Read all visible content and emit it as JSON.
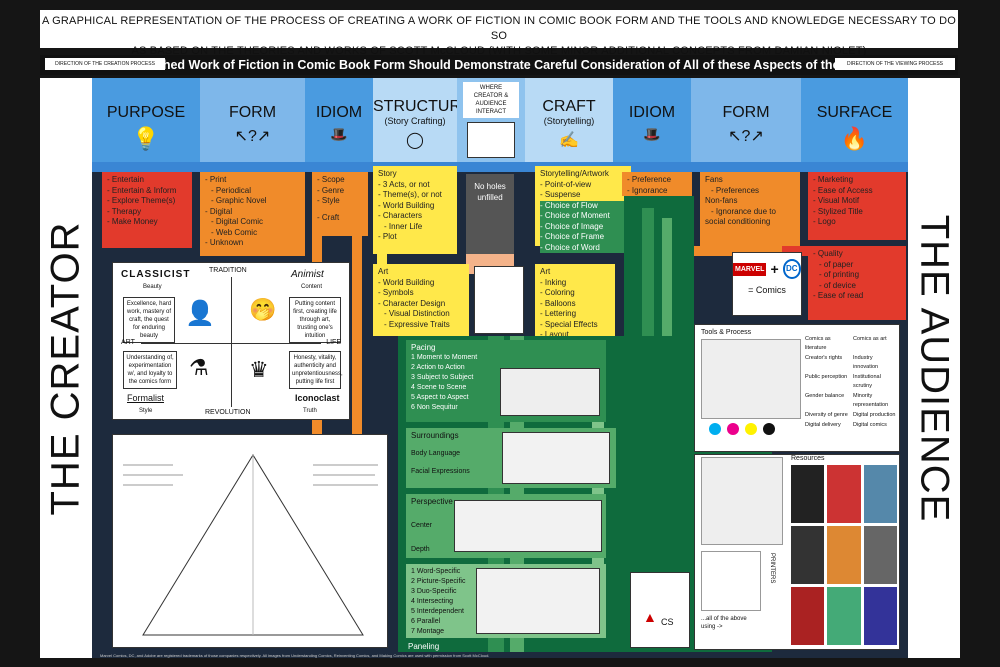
{
  "header": {
    "line1": "A GRAPHICAL REPRESENTATION OF THE PROCESS OF CREATING A WORK OF FICTION IN COMIC BOOK FORM AND THE TOOLS AND KNOWLEDGE NECESSARY TO DO SO",
    "line2": "AS BASED ON THE THEORIES AND WORKS OF SCOTT McCLOUD (WITH SOME MINOR ADDITIONAL CONCEPTS FROM DAMIAN NIOLET)",
    "subtitle": "A Finished Work of Fiction in Comic Book Form Should Demonstrate Careful Consideration of All of these Aspects of the Trade",
    "dir_left": "DIRECTION OF THE CREATION PROCESS",
    "dir_right": "DIRECTION OF THE VIEWING PROCESS"
  },
  "sides": {
    "left": "THE CREATOR",
    "right": "THE AUDIENCE"
  },
  "columns": {
    "purpose": "PURPOSE",
    "form_l": "FORM",
    "idiom_l": "IDIOM",
    "structure": "STRUCTURE",
    "structure_sub": "(Story Crafting)",
    "interact": "WHERE CREATOR & AUDIENCE INTERACT",
    "craft": "CRAFT",
    "craft_sub": "(Storytelling)",
    "idiom_r": "IDIOM",
    "form_r": "FORM",
    "surface": "SURFACE"
  },
  "purpose_items": [
    "- Entertain",
    "- Entertain & Inform",
    "- Explore Theme(s)",
    "- Therapy",
    "- Make Money"
  ],
  "form_items": [
    "- Print",
    "- Periodical",
    "- Graphic Novel",
    "- Digital",
    "- Digital Comic",
    "- Web Comic",
    "- Unknown"
  ],
  "idiom_items": [
    "- Scope",
    "- Genre",
    "- Style",
    "- Craft"
  ],
  "story_items": [
    "Story",
    "- 3 Acts, or not",
    "- Theme(s), or not",
    "- World Building",
    "- Characters",
    "- Inner Life",
    "- Plot"
  ],
  "no_holes": "No holes unfilled",
  "craft_items": [
    "Storytelling/Artwork",
    "- Point-of-view",
    "- Suspense",
    "- Choice of Flow",
    "- Choice of Moment",
    "- Choice of Image",
    "- Choice of Frame",
    "- Choice of Word"
  ],
  "idiom_r_items": [
    "- Preference",
    "- Ignorance"
  ],
  "form_r_items": [
    "Fans",
    "- Preferences",
    "Non-fans",
    "- Ignorance due to",
    "social conditioning"
  ],
  "surface_items": [
    "- Marketing",
    "- Ease of Access",
    "- Visual Motif",
    "- Stylized Title",
    "- Logo"
  ],
  "surface_items2": [
    "- Quality",
    "- of paper",
    "- of printing",
    "- of device",
    "- Ease of read"
  ],
  "art_struct_items": [
    "Art",
    "- World Building",
    "- Symbols",
    "- Character Design",
    "- Visual Distinction",
    "- Expressive Traits"
  ],
  "art_craft_items": [
    "Art",
    "- Inking",
    "- Coloring",
    "- Balloons",
    "- Lettering",
    "- Special Effects",
    "- Layout"
  ],
  "quadrant": {
    "classicist": "CLASSICIST",
    "classicist_sub": "Beauty",
    "tradition": "TRADITION",
    "animist": "Animist",
    "animist_sub": "Content",
    "classicist_text": "Excellence, hard work, mastery of craft, the quest for enduring beauty",
    "animist_text": "Putting content first, creating life through art, trusting one's intuition",
    "art": "ART",
    "life": "LIFE",
    "formalist_text": "Understanding of, experimentation w/, and loyalty to the comics form",
    "iconoclast_text": "Honesty, vitality, authenticity and unpretentiousness, putting life first",
    "formalist": "Formalist",
    "formalist_sub": "Style",
    "revolution": "REVOLUTION",
    "iconoclast": "Iconoclast",
    "iconoclast_sub": "Truth"
  },
  "pacing": {
    "title": "Pacing",
    "items": [
      "1 Moment to Moment",
      "2 Action to Action",
      "3 Subject to Subject",
      "4 Scene to Scene",
      "5 Aspect to Aspect",
      "6 Non Sequitur"
    ]
  },
  "surroundings": {
    "title": "Surroundings",
    "items": [
      "Body Language",
      "Facial Expressions"
    ]
  },
  "perspective": {
    "title": "Perspective",
    "items": [
      "Center",
      "Depth"
    ]
  },
  "words": {
    "items": [
      "1 Word-Specific",
      "2 Picture-Specific",
      "3 Duo-Specific",
      "4 Intersecting",
      "5 Interdependent",
      "6 Parallel",
      "7 Montage"
    ]
  },
  "paneling": "Paneling",
  "comics_logo": {
    "plus": "+",
    "result": "= Comics"
  },
  "tools": {
    "title": "Tools & Process",
    "items": [
      "Comics as literature",
      "Comics as art",
      "Creator's rights",
      "Industry innovation",
      "Public perception",
      "Institutional scrutiny",
      "Gender balance",
      "Minority representation",
      "Diversity of genre",
      "Digital production",
      "Digital delivery",
      "Digital comics"
    ]
  },
  "resources": {
    "title": "Resources"
  },
  "all_above": "...all of the above using ->",
  "printers": "PRINTERS",
  "cs": "CS",
  "footer": "Marvel Comics, DC, and Adobe are registered trademarks of those companies respectively. All images from Understanding Comics, Reinventing Comics, and Making Comics are used with permission from Scott McCloud.",
  "colors": {
    "red": "#e23a2c",
    "orange": "#f08b2a",
    "yellow": "#ffe84a",
    "blue": "#8fc3ee",
    "green_dark": "#0f6b3d"
  }
}
